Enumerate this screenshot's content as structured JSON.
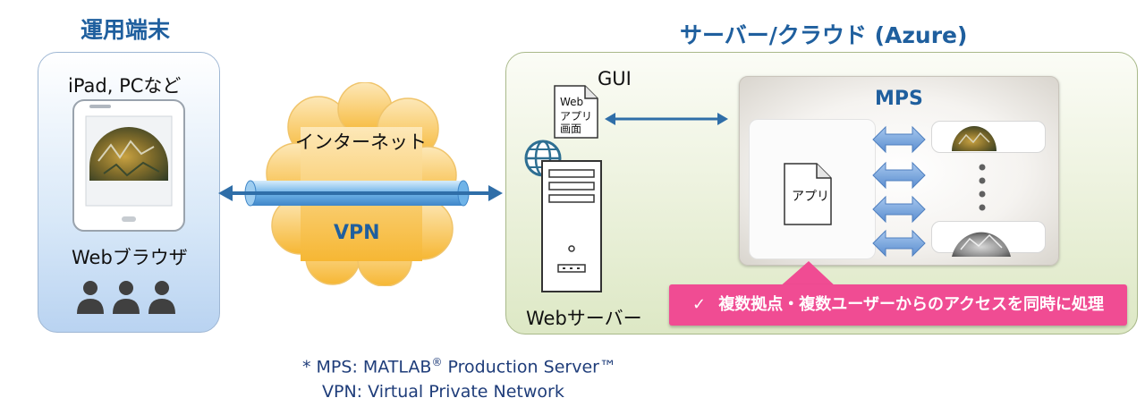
{
  "colors": {
    "heading": "#1f5f9e",
    "terminal_panel": "#cfe2f7",
    "server_panel": "#e6eed3",
    "cloud": "#f9c04c",
    "pipe": "#6fb3e8",
    "arrow": "#2f6ea8",
    "callout": "#f04c93"
  },
  "terminal": {
    "heading": "運用端末",
    "devices": "iPad, PCなど",
    "browser": "Webブラウザ",
    "users_icon": "people-icon"
  },
  "network": {
    "cloud_label": "インターネット",
    "vpn_label": "VPN"
  },
  "server": {
    "heading": "サーバー/クラウド (Azure)",
    "gui_label": "GUI",
    "web_app_doc_lines": [
      "Web",
      "アプリ",
      "画面"
    ],
    "web_server_label": "Webサーバー",
    "mps_label": "MPS",
    "app_doc_label": "アプリ"
  },
  "callout": {
    "check": "✓",
    "text": "複数拠点・複数ユーザーからのアクセスを同時に処理"
  },
  "footnotes": {
    "mps_prefix": "* MPS: MATLAB",
    "registered": "®",
    "mps_suffix": " Production Server™",
    "vpn": "VPN: Virtual Private Network"
  }
}
